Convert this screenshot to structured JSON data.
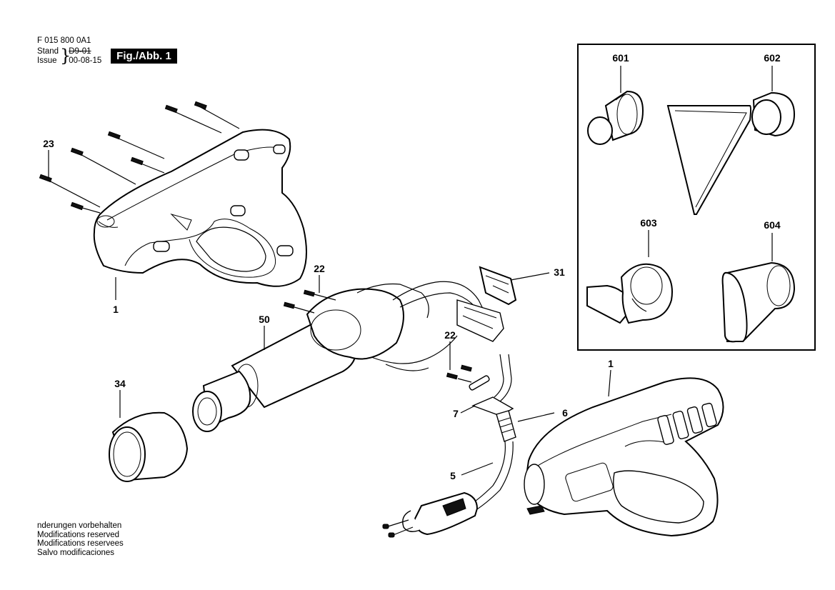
{
  "header": {
    "doc_number": "F 015 800 0A1",
    "stand_label": "Stand",
    "issue_label": "Issue",
    "brace": "}",
    "old_date": "D9-01",
    "new_date": "00-08-15",
    "figure_badge": "Fig./Abb. 1"
  },
  "footer": {
    "lines": [
      "nderungen vorbehalten",
      "Modifications reserved",
      "Modifications reservees",
      "Salvo modificaciones"
    ]
  },
  "parts": {
    "p601": "601",
    "p602": "602",
    "p603": "603",
    "p604": "604",
    "p23": "23",
    "p1a": "1",
    "p1b": "1",
    "p22a": "22",
    "p22b": "22",
    "p31": "31",
    "p50": "50",
    "p34": "34",
    "p7": "7",
    "p6": "6",
    "p5": "5"
  }
}
